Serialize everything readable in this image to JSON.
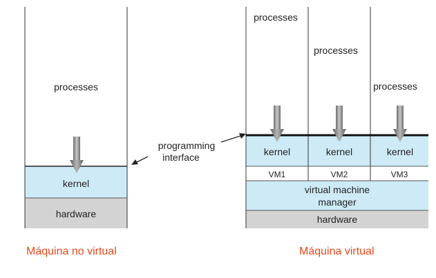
{
  "left": {
    "processes": "processes",
    "kernel": "kernel",
    "hardware": "hardware",
    "caption": "Máquina no virtual"
  },
  "interface_label": [
    "programming",
    "interface"
  ],
  "right": {
    "processes": [
      "processes",
      "processes",
      "processes"
    ],
    "kernels": [
      "kernel",
      "kernel",
      "kernel"
    ],
    "vms": [
      "VM1",
      "VM2",
      "VM3"
    ],
    "vmm": [
      "virtual machine",
      "manager"
    ],
    "hardware": "hardware",
    "caption": "Máquina virtual"
  },
  "colors": {
    "kernel_fill": "#cdeaf6",
    "hardware_fill": "#d3d3d3",
    "caption": "#e8491d"
  }
}
